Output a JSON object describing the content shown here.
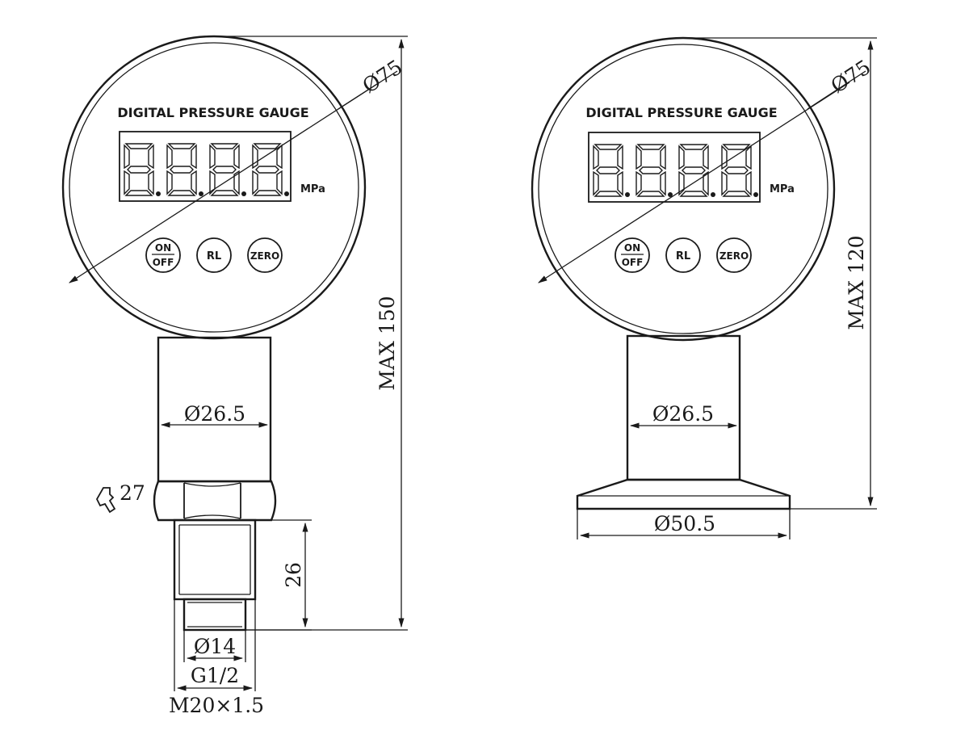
{
  "gauge_threaded": {
    "panel_title": "DIGITAL PRESSURE GAUGE",
    "unit": "MPa",
    "buttons": {
      "on": "ON",
      "off": "OFF",
      "rl": "RL",
      "zero": "ZERO"
    },
    "dim_face_diameter": "Ø75",
    "dim_stem_diameter": "Ø26.5",
    "dim_wrench": "27",
    "dim_thread_length": "26",
    "dim_tip_diameter": "Ø14",
    "dim_thread_g": "G1/2",
    "dim_thread_m": "M20×1.5",
    "dim_total_height": "MAX 150"
  },
  "gauge_flange": {
    "panel_title": "DIGITAL PRESSURE GAUGE",
    "unit": "MPa",
    "buttons": {
      "on": "ON",
      "off": "OFF",
      "rl": "RL",
      "zero": "ZERO"
    },
    "dim_face_diameter": "Ø75",
    "dim_stem_diameter": "Ø26.5",
    "dim_flange_diameter": "Ø50.5",
    "dim_total_height": "MAX 120"
  }
}
